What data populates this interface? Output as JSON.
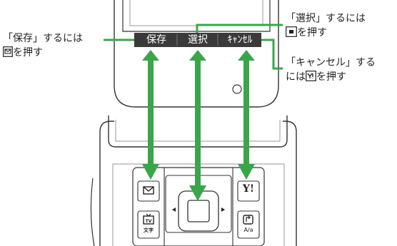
{
  "softkeys": {
    "left": "保存",
    "center": "選択",
    "right": "ｷｬﾝｾﾙ"
  },
  "callouts": {
    "save_line1": "「保存」するには",
    "save_line2_suffix": "を押す",
    "select_line1": "「選択」するには",
    "select_line2_suffix": "を押す",
    "cancel_line1": "「キャンセル」する",
    "cancel_line2_prefix": "には",
    "cancel_line2_suffix": "を押す"
  },
  "keypad": {
    "left_bottom_icon_label": "文字",
    "right_top_icon_label": "Y!",
    "right_bottom_icon_label": "A/a"
  },
  "colors": {
    "arrow": "#3aa64a",
    "softkey_bar": "#3a3a3a",
    "outline": "#333333"
  }
}
